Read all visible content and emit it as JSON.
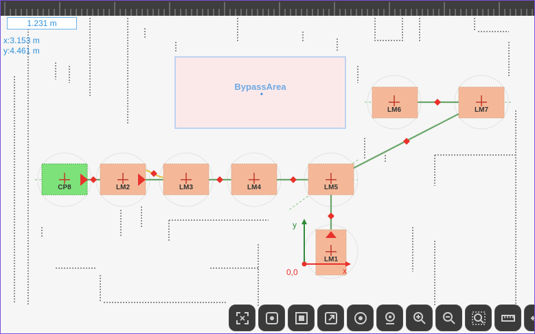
{
  "scale": {
    "label": "1.231 m"
  },
  "coords": {
    "x": "x:3.153 m",
    "y": "y:4.461 m"
  },
  "area": {
    "name": "BypassArea"
  },
  "axes": {
    "origin": "0,0",
    "x": "x",
    "y": "y"
  },
  "nodes": [
    {
      "id": "CP8",
      "label": "CP8",
      "kind": "charge"
    },
    {
      "id": "LM2",
      "label": "LM2",
      "kind": "landmark"
    },
    {
      "id": "LM3",
      "label": "LM3",
      "kind": "landmark"
    },
    {
      "id": "LM4",
      "label": "LM4",
      "kind": "landmark"
    },
    {
      "id": "LM5",
      "label": "LM5",
      "kind": "landmark"
    },
    {
      "id": "LM6",
      "label": "LM6",
      "kind": "landmark"
    },
    {
      "id": "LM7",
      "label": "LM7",
      "kind": "landmark"
    },
    {
      "id": "LM1",
      "label": "LM1",
      "kind": "landmark"
    }
  ],
  "toolbar": [
    {
      "name": "fit-view-icon",
      "title": "fit"
    },
    {
      "name": "locate-robot-icon",
      "title": "locate"
    },
    {
      "name": "fullscreen-icon",
      "title": "fullscreen"
    },
    {
      "name": "export-icon",
      "title": "export"
    },
    {
      "name": "target-icon",
      "title": "target"
    },
    {
      "name": "robot-position-icon",
      "title": "robot"
    },
    {
      "name": "zoom-in-icon",
      "title": "zoom in"
    },
    {
      "name": "zoom-out-icon",
      "title": "zoom out"
    },
    {
      "name": "zoom-area-icon",
      "title": "zoom area"
    },
    {
      "name": "measure-icon",
      "title": "measure"
    },
    {
      "name": "pan-icon",
      "title": "pan"
    }
  ],
  "colors": {
    "route": "#6aa56a",
    "landmark_fill": "#f4b898",
    "charge_fill": "#7ee27a",
    "area_fill": "#fbe9ea",
    "area_border": "#a9c9ef",
    "marker": "#e8312b",
    "toolbar_bg": "#3a3a3a"
  }
}
